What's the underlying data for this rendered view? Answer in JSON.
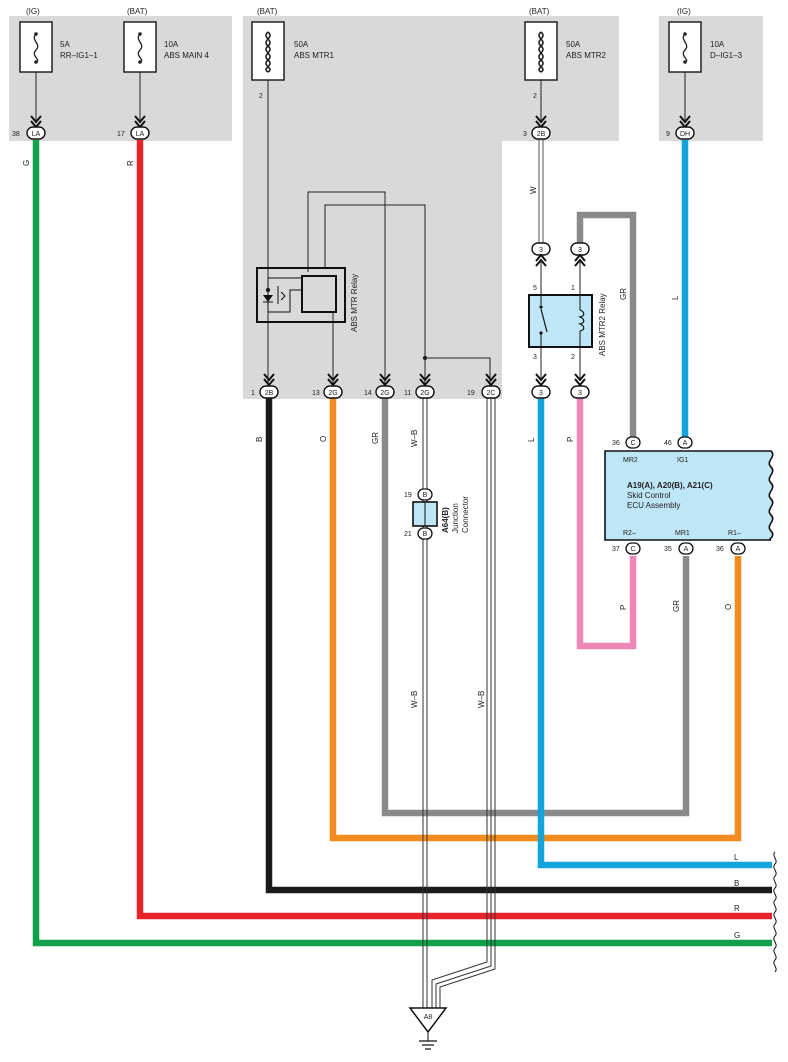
{
  "sources": {
    "rr_ig1": {
      "supply": "(IG)",
      "amp": "5A",
      "name": "RR–IG1–1",
      "pin": "38",
      "conn": "LA"
    },
    "abs_main4": {
      "supply": "(BAT)",
      "amp": "10A",
      "name": "ABS MAIN 4",
      "pin": "17",
      "conn": "LA"
    },
    "abs_mtr1": {
      "supply": "(BAT)",
      "amp": "50A",
      "name": "ABS MTR1",
      "fuse_pin": "2"
    },
    "abs_mtr2": {
      "supply": "(BAT)",
      "amp": "50A",
      "name": "ABS MTR2",
      "fuse_pin": "2",
      "pin": "3",
      "conn": "2B"
    },
    "d_ig1": {
      "supply": "(IG)",
      "amp": "10A",
      "name": "D–IG1–3",
      "pin": "9",
      "conn": "DH"
    }
  },
  "relays": {
    "mtr1": {
      "name": "ABS MTR Relay"
    },
    "mtr2": {
      "name": "ABS MTR2 Relay",
      "pin5": "5",
      "pin1": "1",
      "pin3": "3",
      "pin2": "2",
      "conn_top_left": "3",
      "conn_top_right": "3",
      "conn_bot_left": "3",
      "conn_bot_right": "3"
    }
  },
  "jb_outputs": [
    {
      "pin": "1",
      "conn": "2B"
    },
    {
      "pin": "13",
      "conn": "2G"
    },
    {
      "pin": "14",
      "conn": "2G"
    },
    {
      "pin": "11",
      "conn": "2G"
    },
    {
      "pin": "19",
      "conn": "2C"
    }
  ],
  "junction_connector": {
    "id": "A64(B)",
    "line1": "Junction",
    "line2": "Connector",
    "pin_top": "19",
    "conn_top": "B",
    "pin_bottom": "21",
    "conn_bottom": "B"
  },
  "ecu": {
    "title": "A19(A), A20(B), A21(C)",
    "line1": "Skid Control",
    "line2": "ECU Assembly",
    "top_pins": [
      {
        "pin": "36",
        "conn": "C",
        "label": "MR2"
      },
      {
        "pin": "46",
        "conn": "A",
        "label": "IG1"
      }
    ],
    "bottom_pins": [
      {
        "pin": "37",
        "conn": "C",
        "label": "R2–"
      },
      {
        "pin": "35",
        "conn": "A",
        "label": "MR1"
      },
      {
        "pin": "36",
        "conn": "A",
        "label": "R1–"
      }
    ]
  },
  "wire_labels": {
    "g": "G",
    "r": "R",
    "w": "W",
    "gr_top": "GR",
    "l_top": "L",
    "b": "B",
    "o": "O",
    "gr": "GR",
    "wb": "W–B",
    "l": "L",
    "p": "P",
    "p_low": "P",
    "gr_low": "GR",
    "o_low": "O",
    "wb_low1": "W–B",
    "wb_low2": "W–B"
  },
  "right_edge_labels": [
    "L",
    "B",
    "R",
    "G"
  ],
  "ground": {
    "name": "A8"
  },
  "colors": {
    "green": "#12a14b",
    "red": "#e8232b",
    "blue": "#14a4dc",
    "black": "#1a1a1a",
    "orange": "#f28c1e",
    "gray": "#8a8a8a",
    "pink": "#ef87b8",
    "shade": "#d9d9da",
    "ecu_fill": "#bfe6f6",
    "relay_fill": "#bfe6f6"
  }
}
